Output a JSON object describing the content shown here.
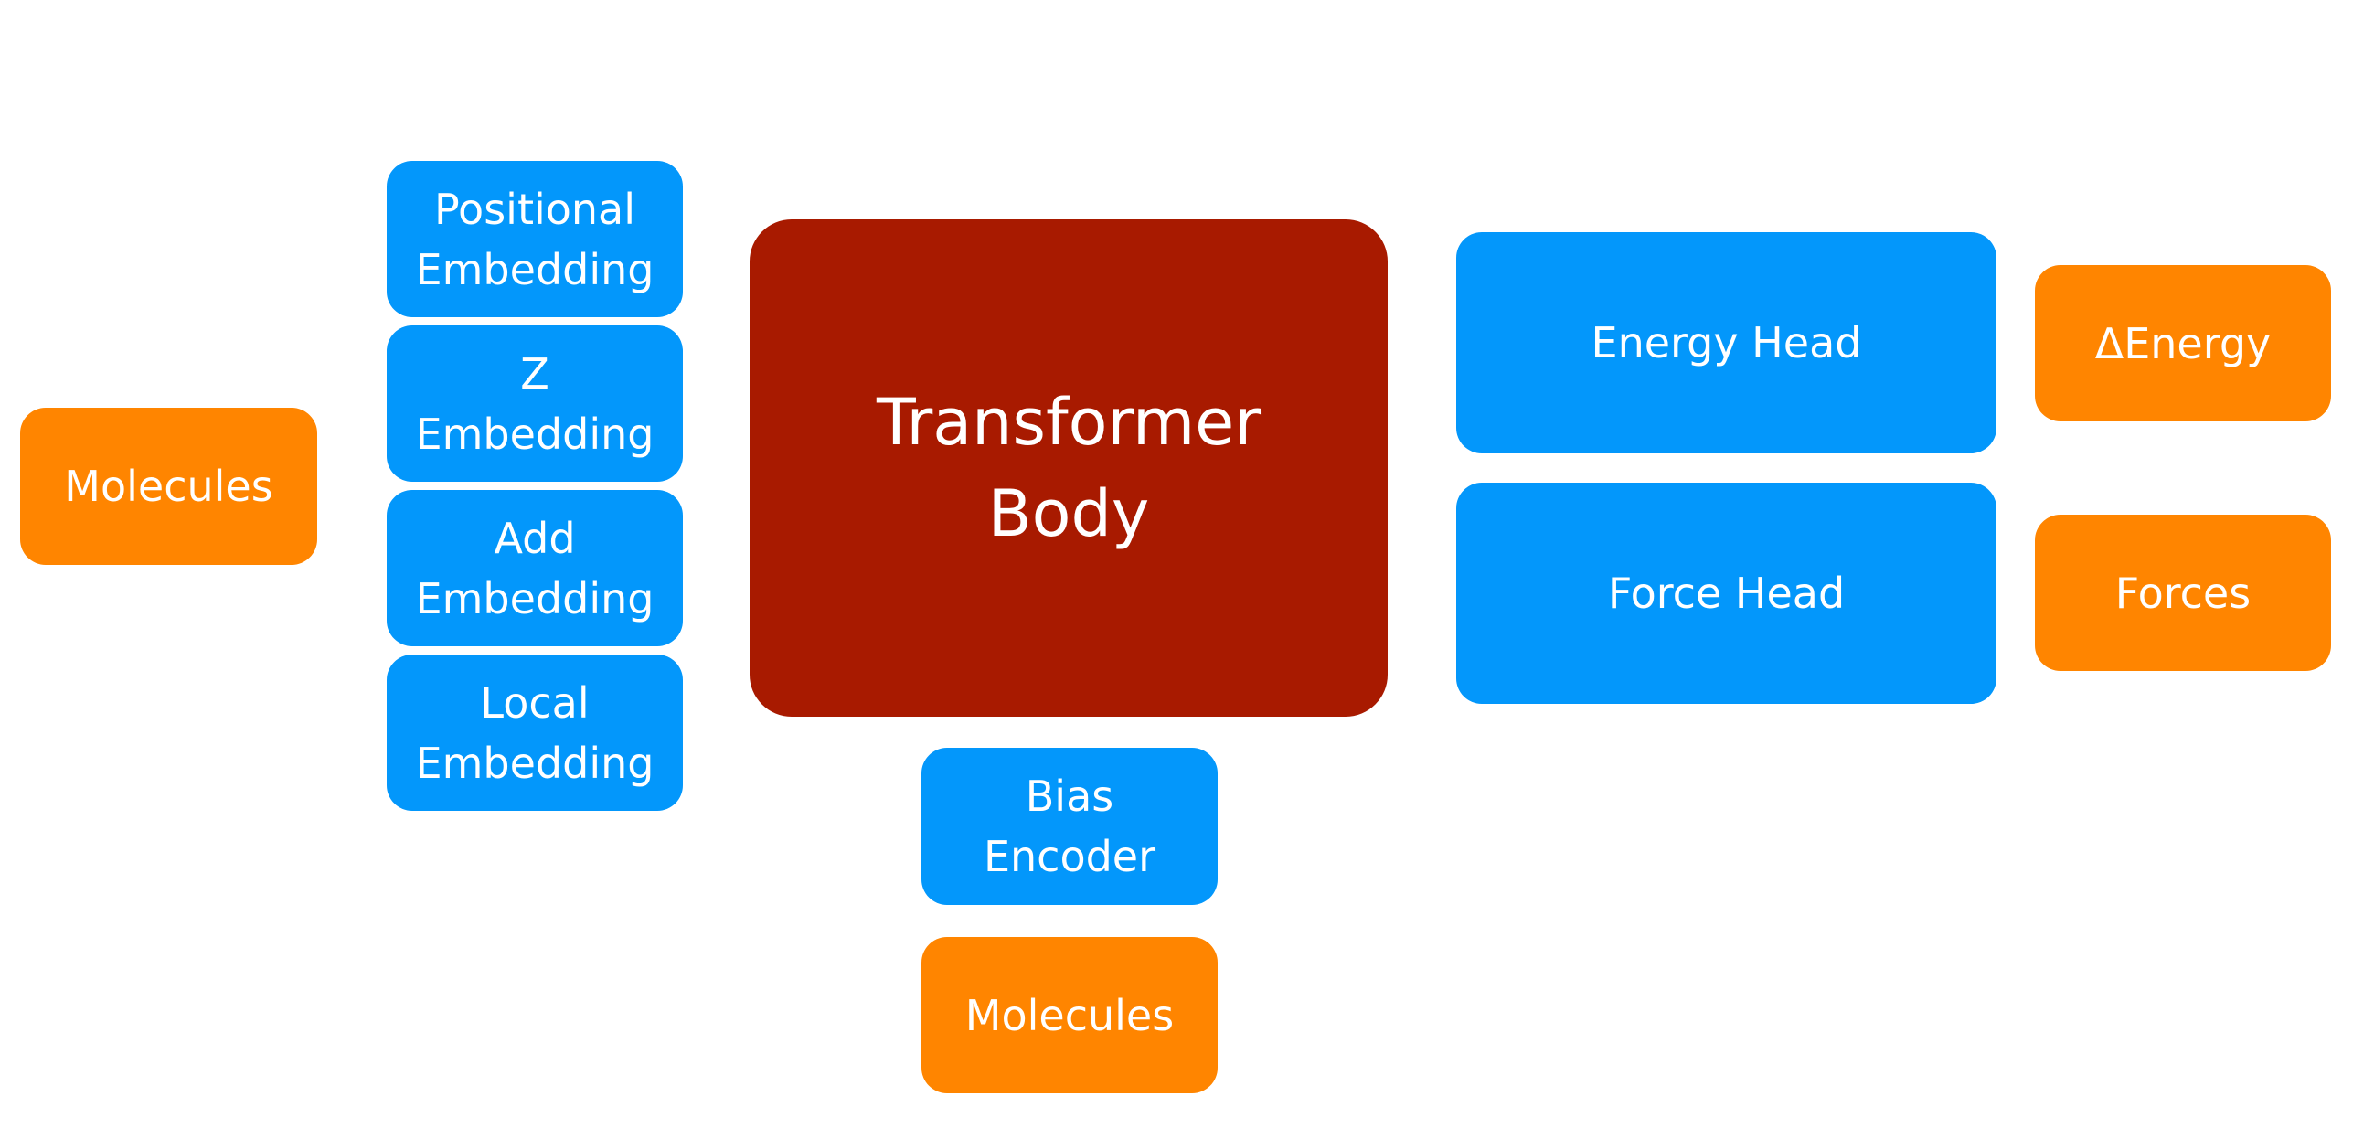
{
  "inputs": {
    "molecules_left": "Molecules",
    "molecules_bottom": "Molecules"
  },
  "embeddings": {
    "positional": "Positional\nEmbedding",
    "z": "Z\nEmbedding",
    "add": "Add\nEmbedding",
    "local": "Local\nEmbedding"
  },
  "body": {
    "transformer": "Transformer\nBody",
    "bias_encoder": "Bias\nEncoder"
  },
  "heads": {
    "energy": "Energy Head",
    "force": "Force Head"
  },
  "outputs": {
    "energy": "ΔEnergy",
    "forces": "Forces"
  },
  "colors": {
    "input_output": "#ff8500",
    "module": "#0397fb",
    "transformer": "#a81a00",
    "text": "#ffffff"
  }
}
